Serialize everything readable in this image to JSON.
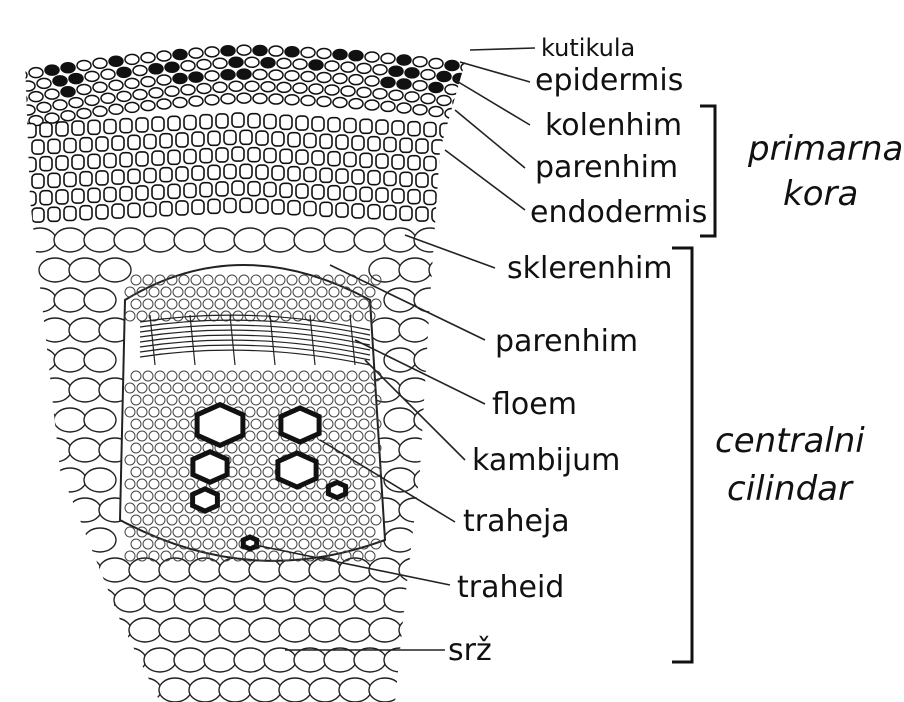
{
  "diagram": {
    "labels": [
      {
        "id": "kutikula",
        "text": "kutikula"
      },
      {
        "id": "epidermis",
        "text": "epidermis"
      },
      {
        "id": "kolenhim",
        "text": "kolenhim"
      },
      {
        "id": "parenhim-kora",
        "text": "parenhim"
      },
      {
        "id": "endodermis",
        "text": "endodermis"
      },
      {
        "id": "sklerenhim",
        "text": "sklerenhim"
      },
      {
        "id": "parenhim-cilindar",
        "text": "parenhim"
      },
      {
        "id": "floem",
        "text": "floem"
      },
      {
        "id": "kambijum",
        "text": "kambijum"
      },
      {
        "id": "traheja",
        "text": "traheja"
      },
      {
        "id": "traheid",
        "text": "traheid"
      },
      {
        "id": "srz",
        "text": "srž"
      }
    ],
    "groups": {
      "primarna_kora": [
        "primarna",
        "kora"
      ],
      "centralni_cilindar": [
        "centralni",
        "cilindar"
      ]
    }
  },
  "colors": {
    "ink": "#111111",
    "background": "#ffffff"
  }
}
